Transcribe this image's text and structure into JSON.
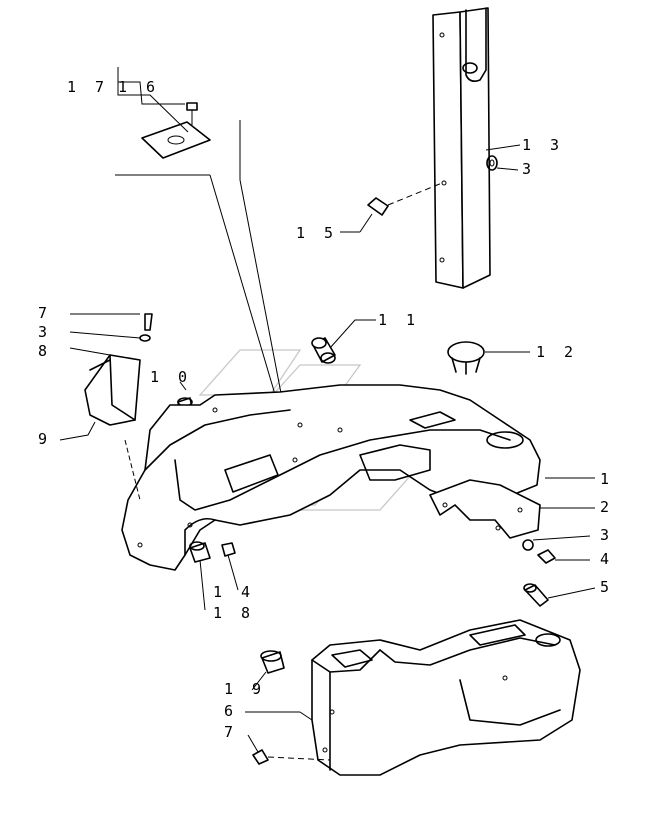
{
  "callouts": {
    "c17": "1 7",
    "c16": "1 6",
    "c13": "1 3",
    "c3a": "3",
    "c15": "1 5",
    "c11": "1 1",
    "c12": "1 2",
    "c7a": "7",
    "c3b": "3",
    "c8": "8",
    "c10": "1 0",
    "c9": "9",
    "c1": "1",
    "c2": "2",
    "c3c": "3",
    "c4": "4",
    "c14": "1 4",
    "c18": "1 8",
    "c5": "5",
    "c19": "1 9",
    "c6": "6",
    "c7b": "7"
  }
}
